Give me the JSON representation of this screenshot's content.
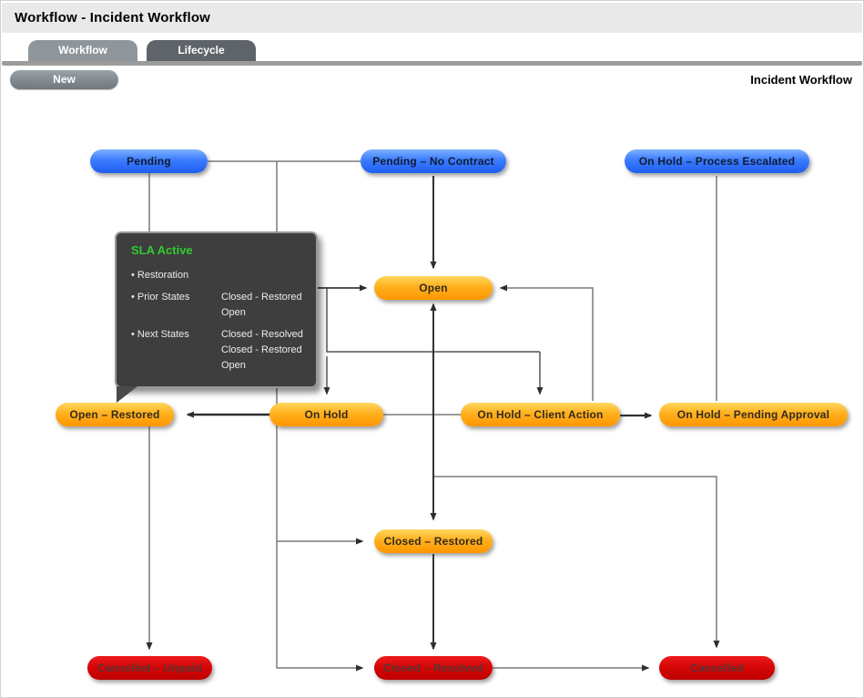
{
  "header": {
    "title": "Workflow - Incident Workflow"
  },
  "tabs": [
    {
      "label": "Workflow"
    },
    {
      "label": "Lifecycle"
    }
  ],
  "toolbar": {
    "new_label": "New",
    "context_label": "Incident Workflow"
  },
  "nodes": {
    "pending": {
      "label": "Pending",
      "type": "blue"
    },
    "pending_no_contract": {
      "label": "Pending – No Contract",
      "type": "blue"
    },
    "on_hold_process_escalated": {
      "label": "On Hold – Process Escalated",
      "type": "blue"
    },
    "open": {
      "label": "Open",
      "type": "orange"
    },
    "open_restored": {
      "label": "Open – Restored",
      "type": "orange"
    },
    "on_hold": {
      "label": "On Hold",
      "type": "orange"
    },
    "on_hold_client_action": {
      "label": "On Hold – Client Action",
      "type": "orange"
    },
    "on_hold_pending_approval": {
      "label": "On Hold – Pending Approval",
      "type": "orange"
    },
    "closed_restored": {
      "label": "Closed – Restored",
      "type": "orange"
    },
    "cancelled_unpaid": {
      "label": "Cancelled – Unpaid",
      "type": "red"
    },
    "closed_resolved": {
      "label": "Closed – Resolved",
      "type": "red"
    },
    "cancelled": {
      "label": "Cancelled",
      "type": "red"
    }
  },
  "tooltip": {
    "title": "SLA Active",
    "bullet": "•",
    "rows": [
      {
        "label": "Restoration",
        "values": []
      },
      {
        "label": "Prior States",
        "values": [
          "Closed - Restored",
          "Open"
        ]
      },
      {
        "label": "Next States",
        "values": [
          "Closed - Resolved",
          "Closed - Restored",
          "Open"
        ]
      }
    ]
  },
  "colors": {
    "node_blue": "#2563f0",
    "node_orange": "#ff9e00",
    "node_red": "#cc0000",
    "tooltip_title_green": "#2fcc2f",
    "tooltip_bg": "#3e3e3e",
    "header_bg": "#e9e9e9",
    "tab_active": "#8f969b",
    "tab_inactive": "#5e646a",
    "connector_gray": "#7a7a7a",
    "connector_dark": "#333333"
  }
}
